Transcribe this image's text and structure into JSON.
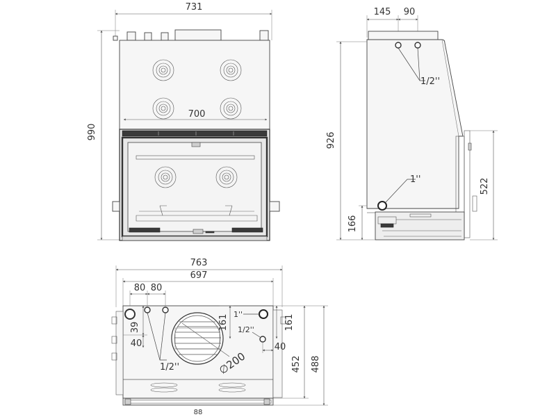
{
  "front_view": {
    "width_label": "731",
    "height_label": "990",
    "opening_label": "700"
  },
  "side_view": {
    "top_left_label": "145",
    "top_right_label": "90",
    "height_label": "926",
    "door_height_label": "522",
    "base_height_label": "166",
    "upper_connection_label": "1/2''",
    "lower_connection_label": "1''"
  },
  "top_view": {
    "outer_width_label": "763",
    "inner_width_label": "697",
    "spacing_left_label": "80",
    "spacing_right_label": "80",
    "offset_39_label": "39",
    "offset_40_left_label": "40",
    "connection_left_label": "1/2''",
    "flue_label": "∅200",
    "dim_161_left_label": "161",
    "dim_161_right_label": "161",
    "connection_right_top_label": "1''",
    "connection_right_mid_label": "1/2''",
    "offset_40_right_label": "40",
    "depth_452_label": "452",
    "depth_488_label": "488",
    "bottom_label": "88"
  }
}
